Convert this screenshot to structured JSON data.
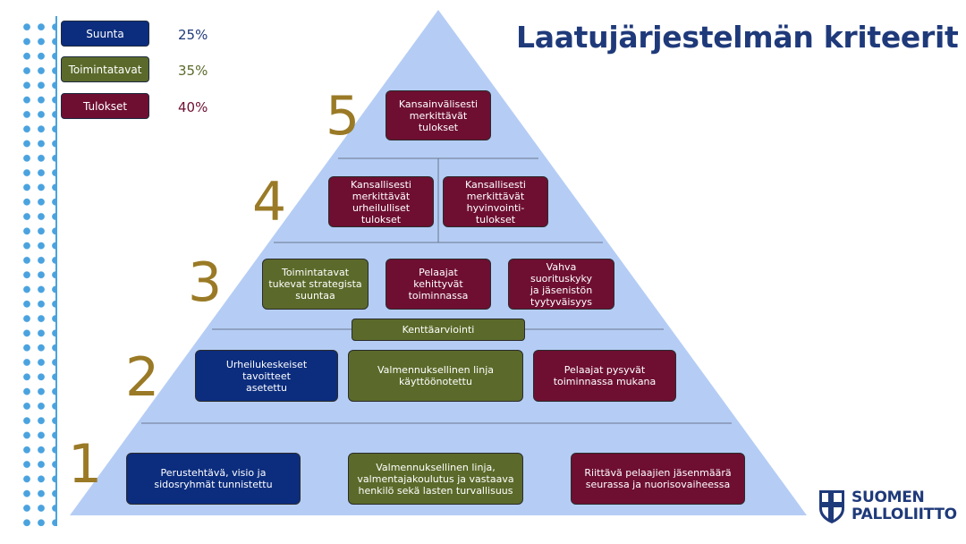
{
  "title": "Laatujärjestelmän kriteerit",
  "legend": [
    {
      "label": "Suunta",
      "percent": "25%",
      "color": "#0c2d7e",
      "text_color": "#1f3a7a"
    },
    {
      "label": "Toimintatavat",
      "percent": "35%",
      "color": "#5b6a2a",
      "text_color": "#5b6a2a"
    },
    {
      "label": "Tulokset",
      "percent": "40%",
      "color": "#6e0f32",
      "text_color": "#6e0f32"
    }
  ],
  "levels": [
    "1",
    "2",
    "3",
    "4",
    "5"
  ],
  "level5": {
    "box1": "Kansainvälisesti\nmerkittävät\ntulokset"
  },
  "level4": {
    "box1": "Kansallisesti\nmerkittävät\nurheilulliset\ntulokset",
    "box2": "Kansallisesti\nmerkittävät\nhyvinvointi-\ntulokset"
  },
  "level3": {
    "box1": "Toimintatavat\ntukevat strategista\nsuuntaa",
    "box2": "Pelaajat\nkehittyvät\ntoiminnassa",
    "box3": "Vahva suorituskyky\nja jäsenistön\ntyytyväisyys"
  },
  "kenttaarviointi": "Kenttäarviointi",
  "level2": {
    "box1": "Urheilukeskeiset tavoitteet\nasetettu",
    "box2": "Valmennuksellinen linja\nkäyttöönotettu",
    "box3": "Pelaajat pysyvät\ntoiminnassa mukana"
  },
  "level1": {
    "box1": "Perustehtävä, visio ja\nsidosryhmät tunnistettu",
    "box2": "Valmennuksellinen linja,\nvalmentajakoulutus ja vastaava\nhenkilö sekä lasten turvallisuus",
    "box3": "Riittävä pelaajien jäsenmäärä\nseurassa ja nuorisovaiheessa"
  },
  "logo": {
    "text": "SUOMEN\nPALLOLIITTO",
    "icon": "shield-cross-icon"
  },
  "colors": {
    "pyramid": "#b5cdf5",
    "accent_gold": "#9a7a26",
    "title": "#1f3a7a",
    "dots": "#4aa3df"
  }
}
